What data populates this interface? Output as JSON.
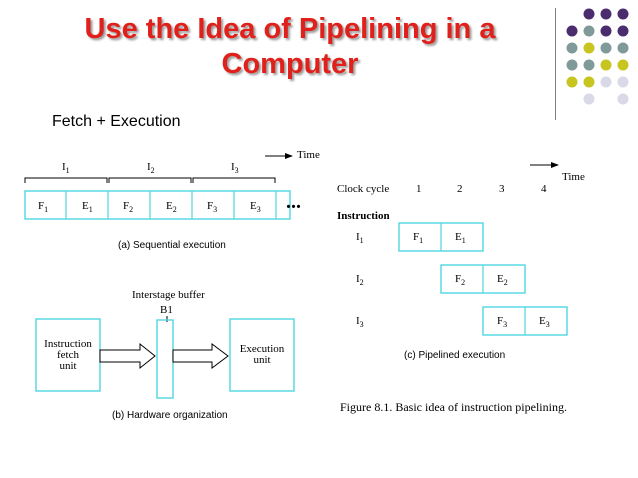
{
  "slide": {
    "title_line1": "Use the Idea of Pipelining in a",
    "title_line2": "Computer",
    "subtitle": "Fetch + Execution"
  },
  "decoration": {
    "dot_colors": [
      "#4b2d6e",
      "#7f9a98",
      "#c8c420",
      "#d9d9e8"
    ]
  },
  "figure_a": {
    "time_label": "Time",
    "instructions": [
      {
        "base": "I",
        "sub": "1"
      },
      {
        "base": "I",
        "sub": "2"
      },
      {
        "base": "I",
        "sub": "3"
      }
    ],
    "cells": [
      {
        "base": "F",
        "sub": "1"
      },
      {
        "base": "E",
        "sub": "1"
      },
      {
        "base": "F",
        "sub": "2"
      },
      {
        "base": "E",
        "sub": "2"
      },
      {
        "base": "F",
        "sub": "3"
      },
      {
        "base": "E",
        "sub": "3"
      }
    ],
    "ellipsis": "...",
    "caption": "(a) Sequential execution"
  },
  "figure_b": {
    "buffer_label": "Interstage buffer",
    "buffer_name": "B1",
    "left_box": [
      "Instruction",
      "fetch",
      "unit"
    ],
    "right_box": [
      "Execution",
      "unit"
    ],
    "caption": "(b) Hardware organization"
  },
  "figure_c": {
    "time_label": "Time",
    "clock_label": "Clock cycle",
    "cycles": [
      "1",
      "2",
      "3",
      "4"
    ],
    "instruction_header": "Instruction",
    "rows": [
      {
        "label": {
          "base": "I",
          "sub": "1"
        },
        "cells": [
          {
            "base": "F",
            "sub": "1"
          },
          {
            "base": "E",
            "sub": "1"
          }
        ]
      },
      {
        "label": {
          "base": "I",
          "sub": "2"
        },
        "cells": [
          {
            "base": "F",
            "sub": "2"
          },
          {
            "base": "E",
            "sub": "2"
          }
        ]
      },
      {
        "label": {
          "base": "I",
          "sub": "3"
        },
        "cells": [
          {
            "base": "F",
            "sub": "3"
          },
          {
            "base": "E",
            "sub": "3"
          }
        ]
      }
    ],
    "caption": "(c) Pipelined execution"
  },
  "figure_caption": "Figure 8.1. Basic idea of instruction pipelining."
}
